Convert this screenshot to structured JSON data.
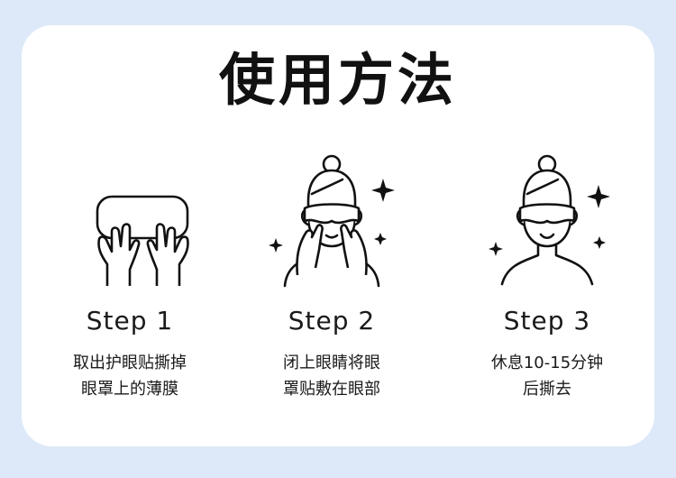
{
  "title": "使用方法",
  "steps": [
    {
      "label": "Step 1",
      "desc": [
        "取出护眼贴撕掉",
        "眼罩上的薄膜"
      ],
      "icon": "hands-holding-eye-mask-icon"
    },
    {
      "label": "Step 2",
      "desc": [
        "闭上眼睛将眼",
        "罩贴敷在眼部"
      ],
      "icon": "person-applying-eye-mask-icon"
    },
    {
      "label": "Step 3",
      "desc": [
        "休息10-15分钟",
        "后撕去"
      ],
      "icon": "person-wearing-eye-mask-icon"
    }
  ],
  "colors": {
    "background": "#dde9f8",
    "card": "#ffffff",
    "text": "#111111"
  }
}
